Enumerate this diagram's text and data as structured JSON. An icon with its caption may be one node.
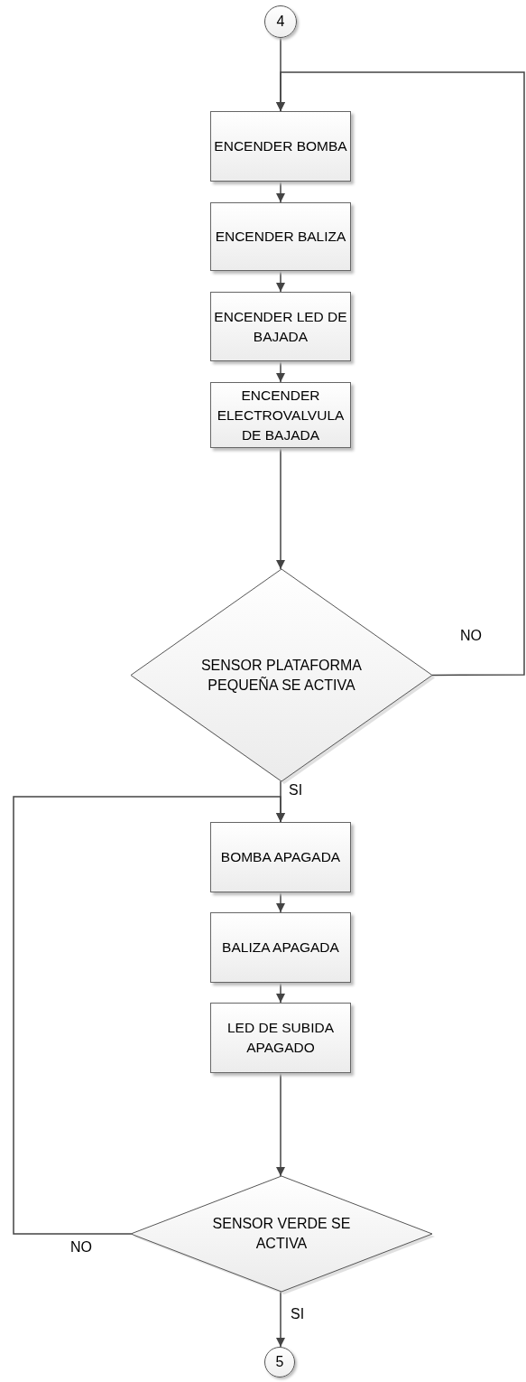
{
  "diagram": {
    "nodes": [
      {
        "text": [
          "4"
        ]
      },
      {
        "text": [
          "ENCENDER BOMBA"
        ]
      },
      {
        "text": [
          "ENCENDER BALIZA"
        ]
      },
      {
        "text": [
          "ENCENDER LED DE BAJADA"
        ]
      },
      {
        "text": [
          "ENCENDER ELECTROVALVULA DE BAJADA"
        ]
      },
      {
        "text": [
          "SENSOR PLATAFORMA PEQUEÑA SE ACTIVA"
        ]
      },
      {
        "text": [
          "BOMBA APAGADA"
        ]
      },
      {
        "text": [
          "BALIZA APAGADA"
        ]
      },
      {
        "text": [
          "LED DE SUBIDA APAGADO"
        ]
      },
      {
        "text": [
          "SENSOR VERDE SE ACTIVA"
        ]
      },
      {
        "text": [
          "5"
        ]
      }
    ],
    "edges": [
      {
        "from": 0,
        "to": 1,
        "arrow": "to"
      },
      {
        "from": 1,
        "to": 2,
        "arrow": "to"
      },
      {
        "from": 2,
        "to": 3,
        "arrow": "to"
      },
      {
        "from": 3,
        "to": 4,
        "arrow": "to"
      },
      {
        "from": 4,
        "to": 5,
        "arrow": "to"
      },
      {
        "from": 5,
        "to": 1,
        "arrow": "to",
        "label": "NO"
      },
      {
        "from": 5,
        "to": 6,
        "arrow": "to",
        "label": "SI"
      },
      {
        "from": 6,
        "to": 7,
        "arrow": "to"
      },
      {
        "from": 7,
        "to": 8,
        "arrow": "to"
      },
      {
        "from": 8,
        "to": 9,
        "arrow": "to"
      },
      {
        "from": 9,
        "to": 6,
        "arrow": "to",
        "label": "NO"
      },
      {
        "from": 9,
        "to": 10,
        "arrow": "to",
        "label": "SI"
      }
    ]
  }
}
